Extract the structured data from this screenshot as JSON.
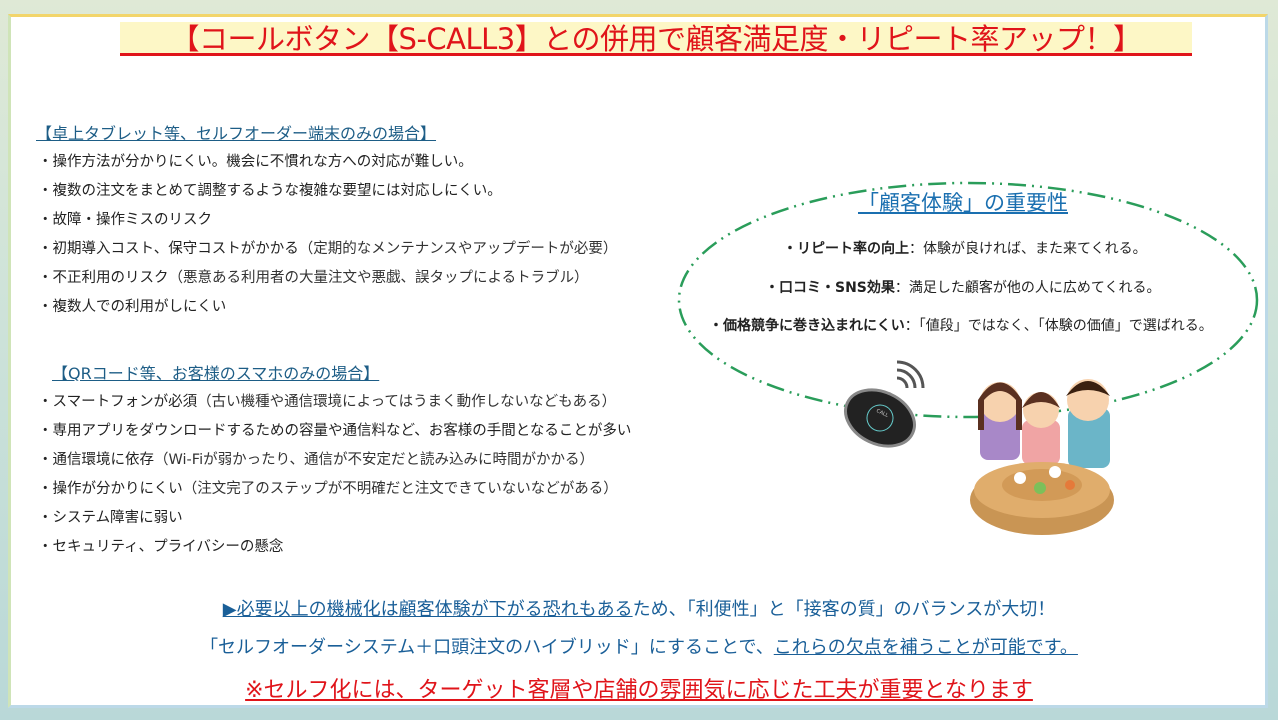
{
  "title": "【コールボタン【S-CALL3】との併用で顧客満足度・リピート率アップ！】",
  "section_tablet": {
    "heading": "【卓上タブレット等、セルフオーダー端末のみの場合】",
    "items": [
      {
        "text": "・操作方法が分かりにくい。機会に不慣れな方への対応が難しい。",
        "note": ""
      },
      {
        "text": "・複数の注文をまとめて調整するような複雑な要望には対応しにくい。",
        "note": ""
      },
      {
        "text": "・故障・操作ミスのリスク",
        "note": ""
      },
      {
        "text": "・初期導入コスト、保守コストがかかる",
        "note": "（定期的なメンテナンスやアップデートが必要）"
      },
      {
        "text": "・不正利用のリスク",
        "note": "（悪意ある利用者の大量注文や悪戯、誤タップによるトラブル）"
      },
      {
        "text": "・複数人での利用がしにくい",
        "note": ""
      }
    ]
  },
  "section_qr": {
    "heading": "【QRコード等、お客様のスマホのみの場合】",
    "items": [
      {
        "text": "・スマートフォンが必須",
        "note": "（古い機種や通信環境によってはうまく動作しないなどもある）"
      },
      {
        "text": "・専用アプリをダウンロードするための容量や通信料など、お客様の手間となることが多い",
        "note": ""
      },
      {
        "text": "・通信環境に依存",
        "note": "（Wi-Fiが弱かったり、通信が不安定だと読み込みに時間がかかる）"
      },
      {
        "text": "・操作が分かりにくい",
        "note": "（注文完了のステップが不明確だと注文できていないなどがある）"
      },
      {
        "text": "・システム障害に弱い",
        "note": ""
      },
      {
        "text": "・セキュリティ、プライバシーの懸念",
        "note": ""
      }
    ]
  },
  "experience": {
    "heading": "「顧客体験」の重要性",
    "items": [
      {
        "label": "・リピート率の向上",
        "text": "：体験が良ければ、また来てくれる。"
      },
      {
        "label": "・口コミ・SNS効果",
        "text": "：満足した顧客が他の人に広めてくれる。"
      },
      {
        "label": "・価格競争に巻き込まれにくい",
        "text": "：「値段」ではなく、「体験の価値」で選ばれる。"
      }
    ],
    "call_button_label": "CALL"
  },
  "bottom": {
    "line1_underlined": "▶必要以上の機械化は顧客体験が下がる恐れもある",
    "line1_rest": "ため、「利便性」と「接客の質」のバランスが大切！",
    "line2_start": "「セルフオーダーシステム＋口頭注文のハイブリッド」にすることで、",
    "line2_underlined": "これらの欠点を補うことが可能です。",
    "line3": "※セルフ化には、ターゲット客層や店舗の雰囲気に応じた工夫が重要となります"
  },
  "colors": {
    "title_red": "#e0141a",
    "heading_blue": "#1d5d86",
    "ellipse_green": "#2a9d5a"
  }
}
